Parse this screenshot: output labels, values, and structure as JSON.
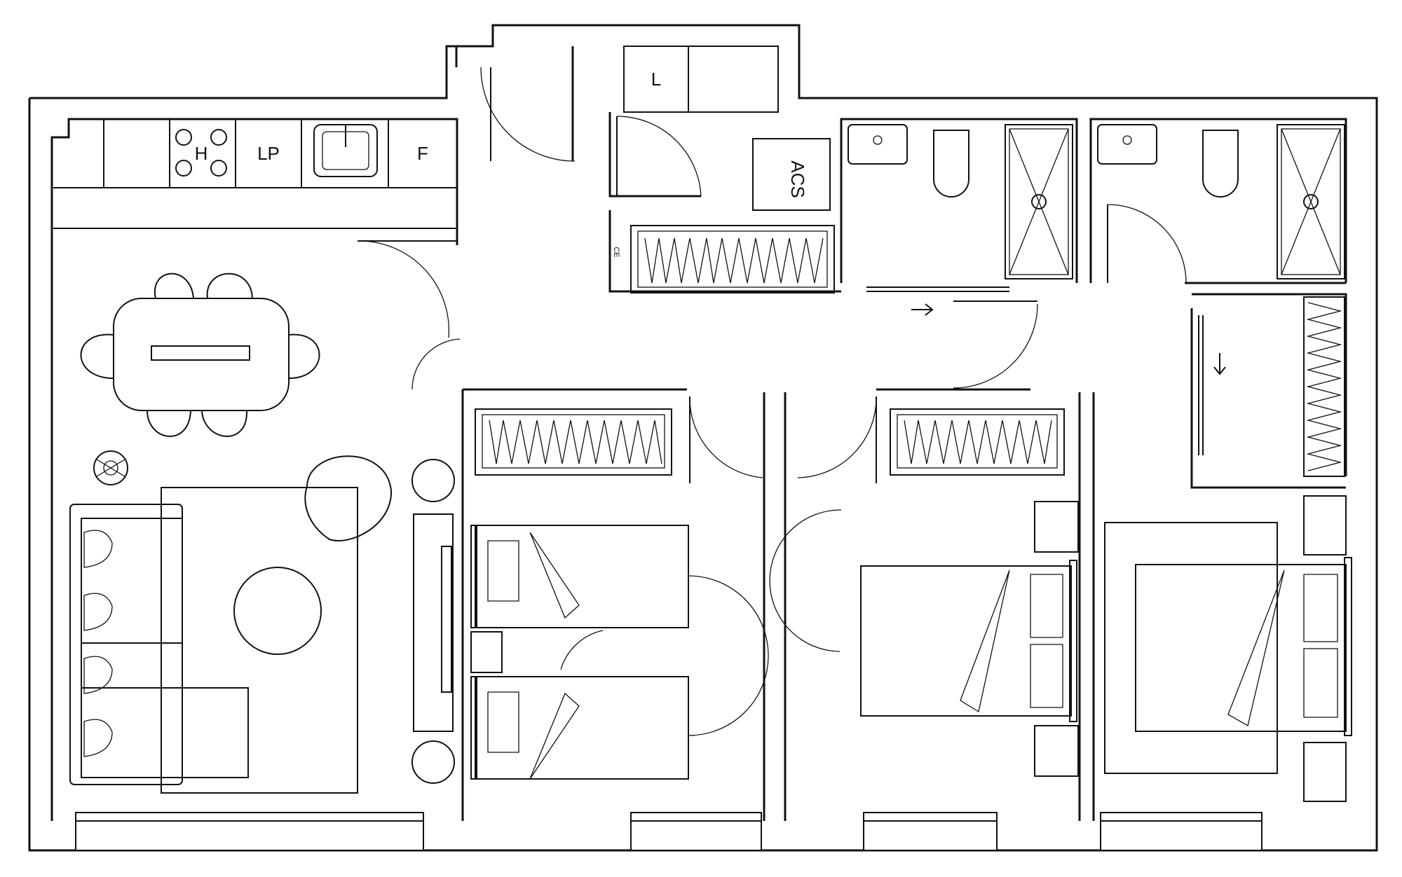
{
  "labels": {
    "hob": "H",
    "dishwasher": "LP",
    "fridge": "F",
    "washer": "L",
    "water_heater": "ACS",
    "electrical_panel": "CE"
  },
  "colors": {
    "line": "#111111",
    "background": "#ffffff"
  }
}
